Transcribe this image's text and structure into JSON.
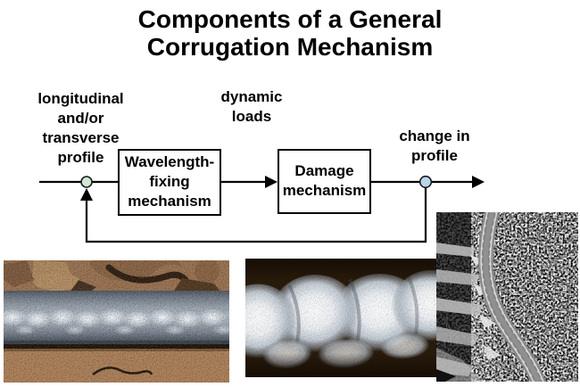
{
  "slide": {
    "title_lines": [
      "Components of a General",
      "Corrugation Mechanism"
    ]
  },
  "diagram": {
    "input_label_lines": [
      "longitudinal",
      "and/or",
      "transverse",
      "profile"
    ],
    "dynamic_label_lines": [
      "dynamic",
      "loads"
    ],
    "output_label_lines": [
      "change in",
      "profile"
    ],
    "wavelength_box_lines": [
      "Wavelength-",
      "fixing",
      "mechanism"
    ],
    "damage_box_lines": [
      "Damage",
      "mechanism"
    ],
    "junction_left_fill": "#cfe8d6",
    "junction_right_fill": "#b8d6ea",
    "line_color": "#000000"
  },
  "photos": [
    {
      "id": "corrugated-rail-in-track",
      "description": "Corrugated rail head shining in rusty track with ballast stones"
    },
    {
      "id": "corrugation-close-up",
      "description": "Close-up of severe shiny corrugation bumps on dark rail"
    },
    {
      "id": "curved-track-overhead",
      "description": "Black-and-white overhead view of corrugated rail on a curved track"
    }
  ]
}
